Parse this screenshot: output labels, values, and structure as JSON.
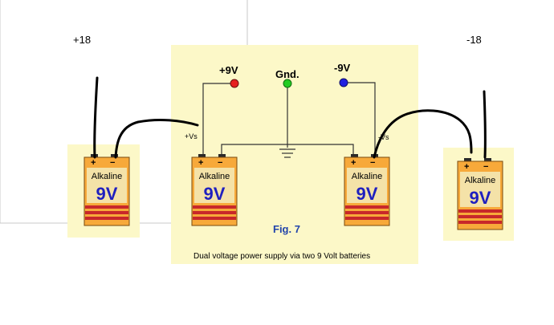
{
  "labels": {
    "plus18": "+18",
    "minus18": "-18",
    "plus9v": "+9V",
    "gnd": "Gnd.",
    "minus9v": "-9V",
    "vs_left": "+Vs",
    "vs_right": "-Vs",
    "fig": "Fig. 7",
    "caption": "Dual voltage power supply via two 9 Volt batteries"
  },
  "battery": {
    "brand": "Alkaline",
    "voltage": "9V",
    "plus": "+",
    "minus": "−"
  },
  "colors": {
    "panel": "#fcf8c8",
    "battery_body": "#f7a93a",
    "battery_label": "#f4e2a8",
    "stripe": "#c8282a",
    "voltage_text": "#1f1fbf",
    "terminal_red": "#e62020",
    "terminal_green": "#22cc22",
    "terminal_blue": "#2020e0",
    "fig_text": "#2244aa"
  }
}
